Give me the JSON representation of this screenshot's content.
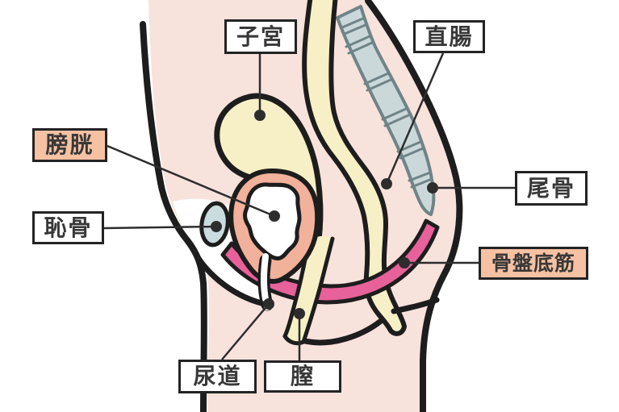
{
  "diagram": {
    "type": "anatomical-illustration",
    "labels": {
      "uterus": "子宮",
      "rectum": "直腸",
      "bladder": "膀胱",
      "pubic_bone": "恥骨",
      "coccyx": "尾骨",
      "pelvic_floor_muscle": "骨盤底筋",
      "urethra": "尿道",
      "vagina": "膣"
    },
    "colors": {
      "background": "#FFFFFF",
      "skin": "#F8E2DC",
      "organ_cream": "#F7EFC6",
      "bladder_ring": "#F2B19B",
      "pelvic_floor_pink": "#E7619A",
      "bone_blue": "#CBDCDE",
      "spine_gray": "#CBD8DA",
      "spine_outline": "#6F8487",
      "outline_black": "#1D1D1D",
      "label_highlight": "#F6C1A3"
    }
  }
}
